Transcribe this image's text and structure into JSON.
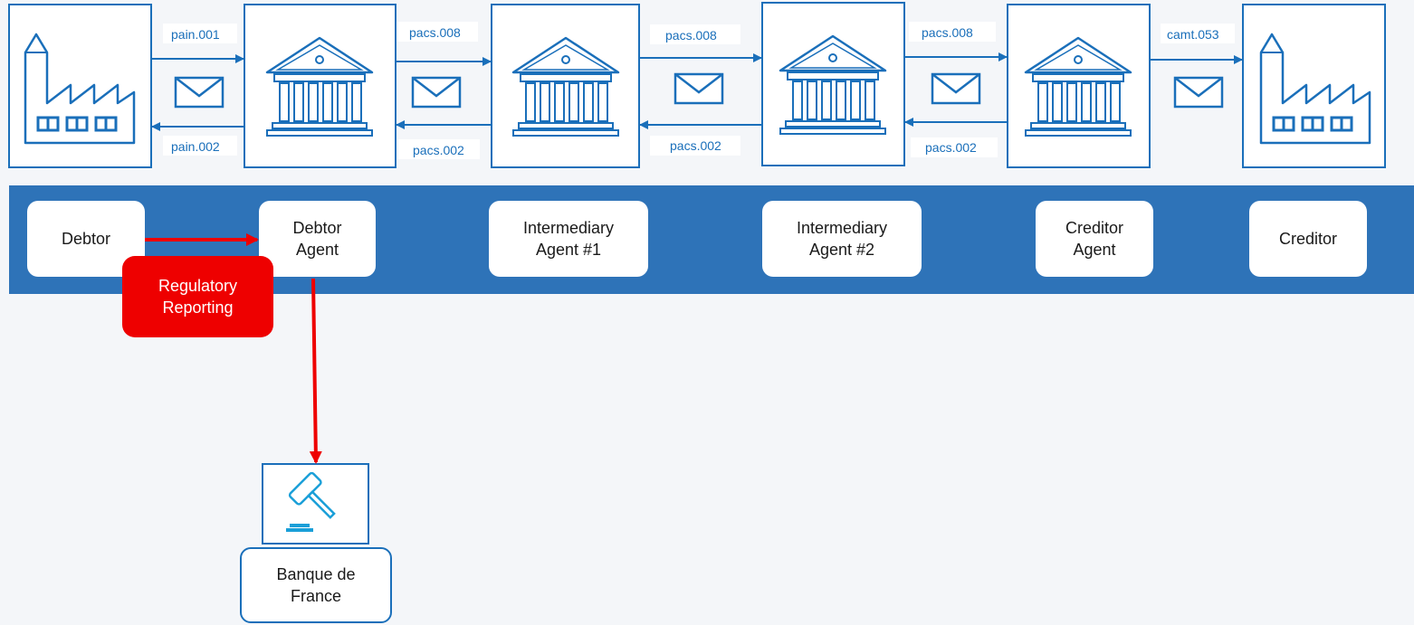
{
  "colors": {
    "accent": "#1a6fba",
    "band": "#2e73b8",
    "regulatory": "#ee0000",
    "background": "#f4f6f9"
  },
  "icons": {
    "debtor": "factory-icon",
    "debtor_agent": "bank-icon",
    "intermediary_1": "bank-icon",
    "intermediary_2": "bank-icon",
    "creditor_agent": "bank-icon",
    "creditor": "factory-icon",
    "message": "envelope-icon",
    "regulator": "gavel-icon"
  },
  "messages": {
    "m1_forward": "pain.001",
    "m1_back": "pain.002",
    "m2_forward": "pacs.008",
    "m2_back": "pacs.002",
    "m3_forward": "pacs.008",
    "m3_back": "pacs.002",
    "m4_forward": "pacs.008",
    "m4_back": "pacs.002",
    "m5_forward": "camt.053"
  },
  "roles": {
    "debtor": "Debtor",
    "debtor_agent": "Debtor\nAgent",
    "intermediary_1": "Intermediary\nAgent #1",
    "intermediary_2": "Intermediary\nAgent #2",
    "creditor_agent": "Creditor\nAgent",
    "creditor": "Creditor"
  },
  "regulatory_reporting": "Regulatory\nReporting",
  "regulator": "Banque de\nFrance"
}
